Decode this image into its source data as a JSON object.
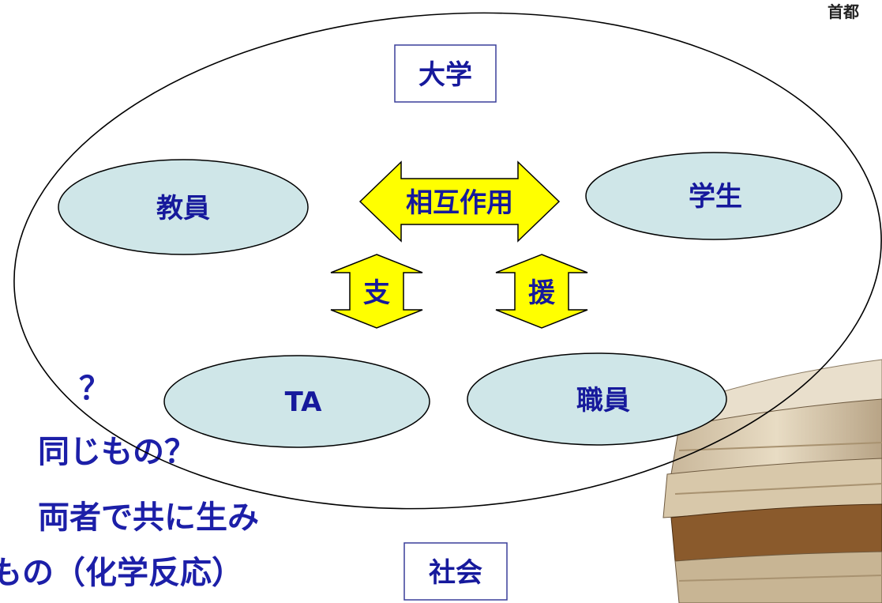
{
  "header": {
    "corner_text": "首都"
  },
  "diagram": {
    "university_label": "大学",
    "society_label": "社会",
    "nodes": {
      "faculty": "教員",
      "students": "学生",
      "ta": "TA",
      "staff": "職員"
    },
    "arrows": {
      "interaction": "相互作用",
      "support_left": "支",
      "support_right": "援"
    }
  },
  "background_text": {
    "line1": "？",
    "line2": "同じもの？",
    "line3": "両者で共に生み",
    "line4": "もの（化学反応）"
  },
  "colors": {
    "node_fill": "#cfe6e8",
    "arrow_fill": "#ffff00",
    "text_blue": "#16199c",
    "box_border": "#3a3f9a"
  }
}
